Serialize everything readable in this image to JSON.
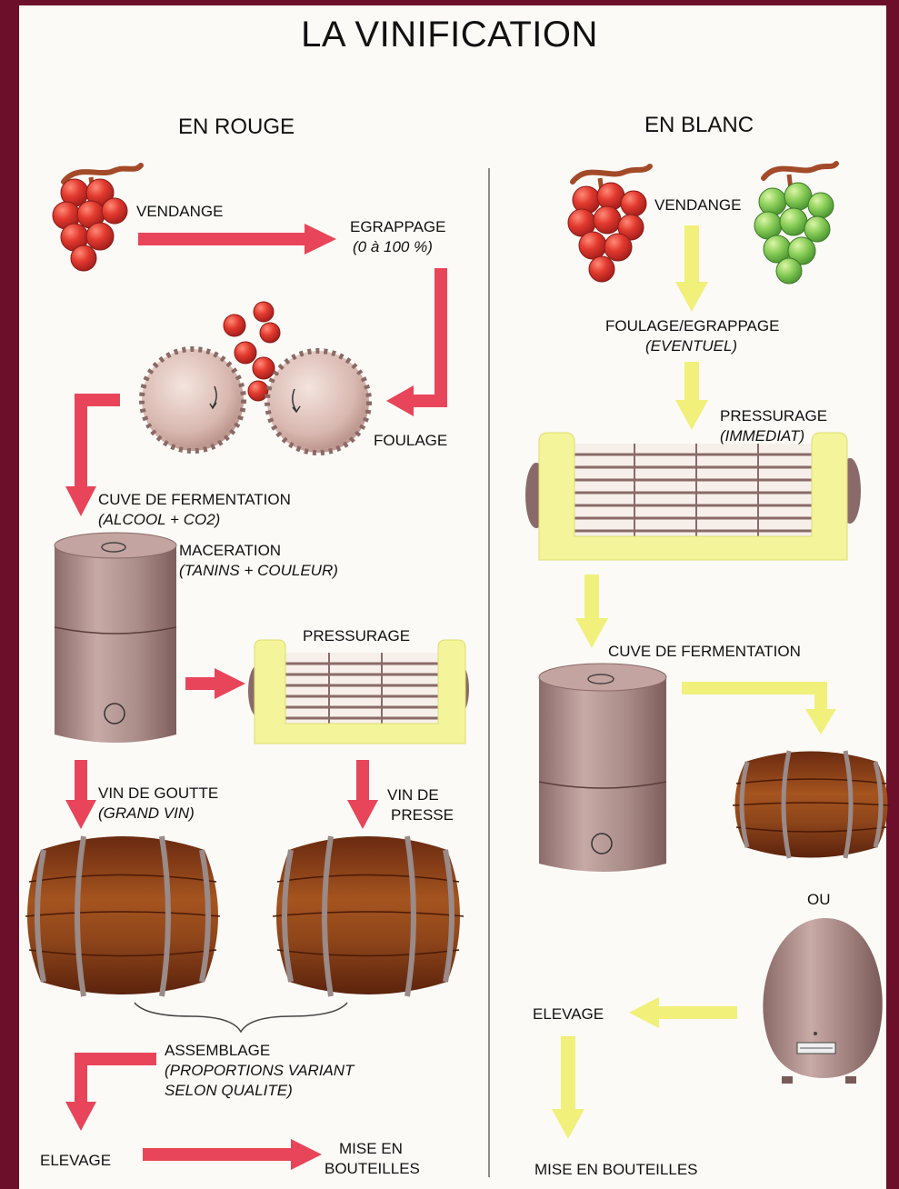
{
  "title": "LA VINIFICATION",
  "rouge": {
    "heading": "EN ROUGE",
    "vendange": "VENDANGE",
    "egrappage": "EGRAPPAGE",
    "egrappage_note": "(0 à 100 %)",
    "foulage": "FOULAGE",
    "cuve": "CUVE DE FERMENTATION",
    "cuve_note": "(ALCOOL + CO2)",
    "maceration": "MACERATION",
    "maceration_note": "(TANINS + COULEUR)",
    "pressurage": "PRESSURAGE",
    "vin_goutte": "VIN DE GOUTTE",
    "vin_goutte_note": "(GRAND VIN)",
    "vin_presse_1": "VIN DE",
    "vin_presse_2": "PRESSE",
    "assemblage": "ASSEMBLAGE",
    "assemblage_note_1": "(PROPORTIONS VARIANT",
    "assemblage_note_2": "SELON QUALITE)",
    "elevage": "ELEVAGE",
    "mise_1": "MISE EN",
    "mise_2": "BOUTEILLES"
  },
  "blanc": {
    "heading": "EN BLANC",
    "vendange": "VENDANGE",
    "foulage": "FOULAGE/EGRAPPAGE",
    "foulage_note": "(EVENTUEL)",
    "pressurage": "PRESSURAGE",
    "pressurage_note": "(IMMEDIAT)",
    "cuve": "CUVE DE FERMENTATION",
    "ou": "OU",
    "elevage": "ELEVAGE",
    "mise": "MISE EN BOUTEILLES"
  },
  "colors": {
    "frame": "#6b0f2a",
    "paper": "#fbfaf6",
    "red_arrow": "#e8455a",
    "yellow_arrow": "#f0f07a",
    "red_grape": "#e0392f",
    "white_grape": "#8ccf5a",
    "vine": "#a34a28",
    "barrel": "#8a3f18",
    "press_frame": "#f4f49a",
    "tank": "#a48282"
  }
}
